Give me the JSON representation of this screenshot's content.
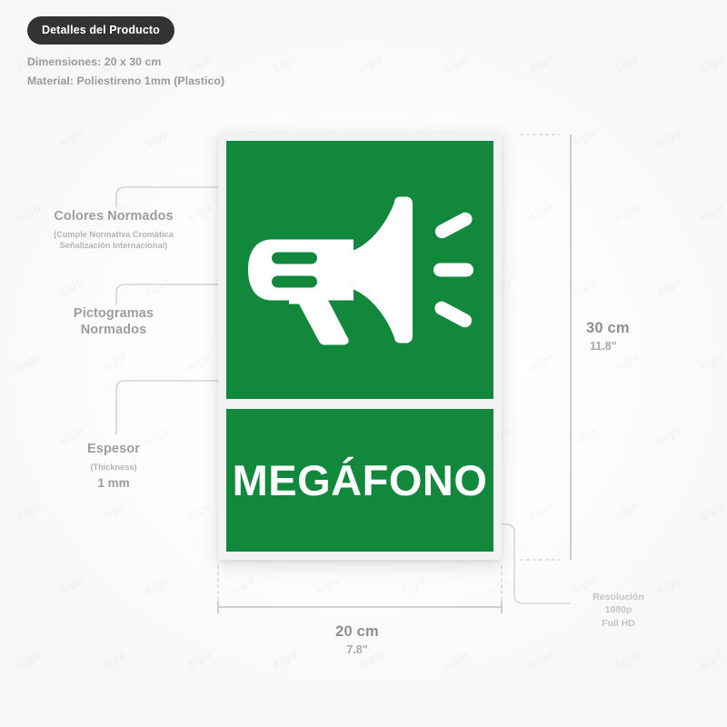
{
  "header": {
    "badge_label": "Detalles del Producto",
    "dimensions_text": "Dimensiones: 20 x 30 cm",
    "material_text": "Material: Poliestireno 1mm (Plastico)"
  },
  "sign": {
    "label": "MEGÁFONO",
    "background_color": "#12883c",
    "foreground_color": "#ffffff",
    "frame_color": "#f2f2f2",
    "pictogram_icon": "megaphone-icon"
  },
  "callouts": [
    {
      "id": "colores",
      "title": "Colores Normados",
      "subtitle_line1": "(Cumple Normativa Cromática",
      "subtitle_line2": "Señalización Internacional)"
    },
    {
      "id": "pictogramas",
      "title_line1": "Pictogramas",
      "title_line2": "Normados"
    },
    {
      "id": "espesor",
      "title": "Espesor",
      "subtitle": "(Thickness)",
      "value": "1 mm"
    }
  ],
  "dimensions": {
    "height_cm": "30 cm",
    "height_in": "11.8\"",
    "width_cm": "20 cm",
    "width_in": "7.8\""
  },
  "resolution": {
    "line1": "Resolución",
    "line2": "1080p",
    "line3": "Full HD"
  },
  "watermark": {
    "text": "sigo"
  }
}
